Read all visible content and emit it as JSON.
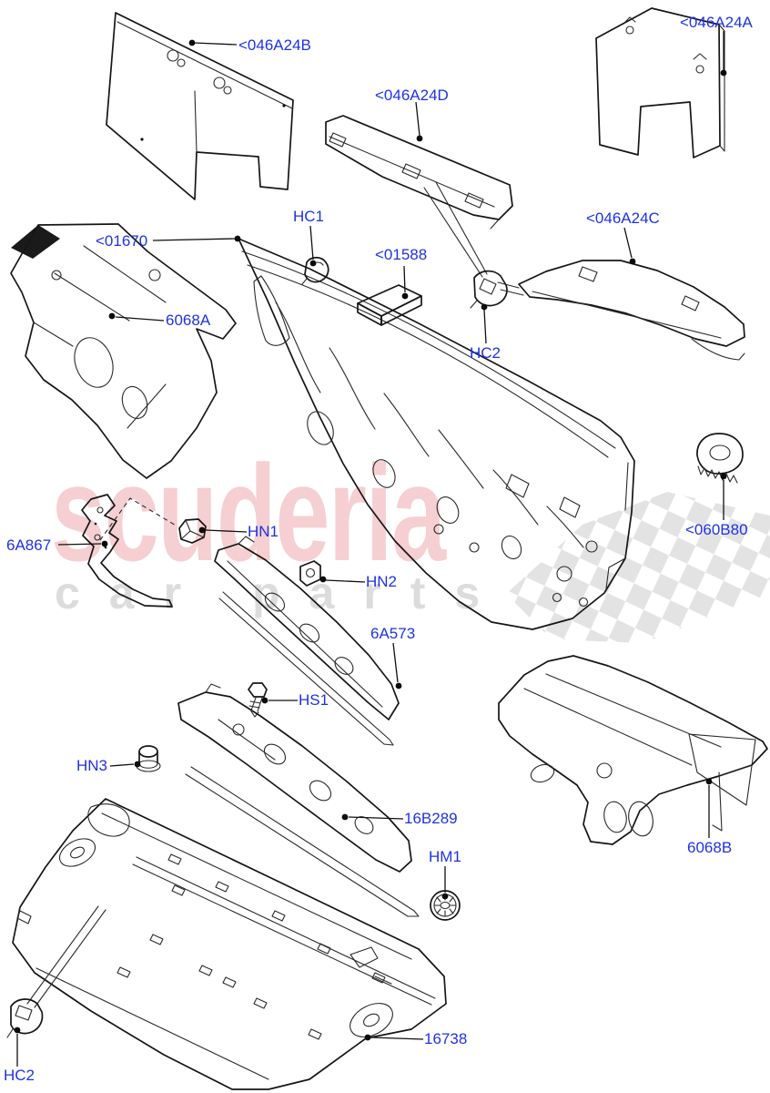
{
  "page": {
    "background": "#ffffff"
  },
  "colors": {
    "label_blue": "#1e32e6",
    "line_black": "#161616",
    "watermark_pink": "#f5cfd1",
    "watermark_gray": "#dcdcdc",
    "checker_gray": "#e3e3e3"
  },
  "watermark": {
    "line1": "scuderia",
    "line2": "car parts"
  },
  "labels": [
    {
      "id": "046A24B",
      "text": "<046A24B"
    },
    {
      "id": "046A24D",
      "text": "<046A24D"
    },
    {
      "id": "046A24A",
      "text": "<046A24A"
    },
    {
      "id": "01670",
      "text": "<01670"
    },
    {
      "id": "HC1",
      "text": "HC1"
    },
    {
      "id": "01588",
      "text": "<01588"
    },
    {
      "id": "046A24C",
      "text": "<046A24C"
    },
    {
      "id": "HC2-top",
      "text": "HC2"
    },
    {
      "id": "6068A",
      "text": "6068A"
    },
    {
      "id": "060B80",
      "text": "<060B80"
    },
    {
      "id": "6A867",
      "text": "6A867"
    },
    {
      "id": "HN1",
      "text": "HN1"
    },
    {
      "id": "HN2",
      "text": "HN2"
    },
    {
      "id": "6A573",
      "text": "6A573"
    },
    {
      "id": "HS1",
      "text": "HS1"
    },
    {
      "id": "HN3",
      "text": "HN3"
    },
    {
      "id": "16B289",
      "text": "16B289"
    },
    {
      "id": "HM1",
      "text": "HM1"
    },
    {
      "id": "6068B",
      "text": "6068B"
    },
    {
      "id": "16738",
      "text": "16738"
    },
    {
      "id": "HC2-bottom",
      "text": "HC2"
    }
  ]
}
